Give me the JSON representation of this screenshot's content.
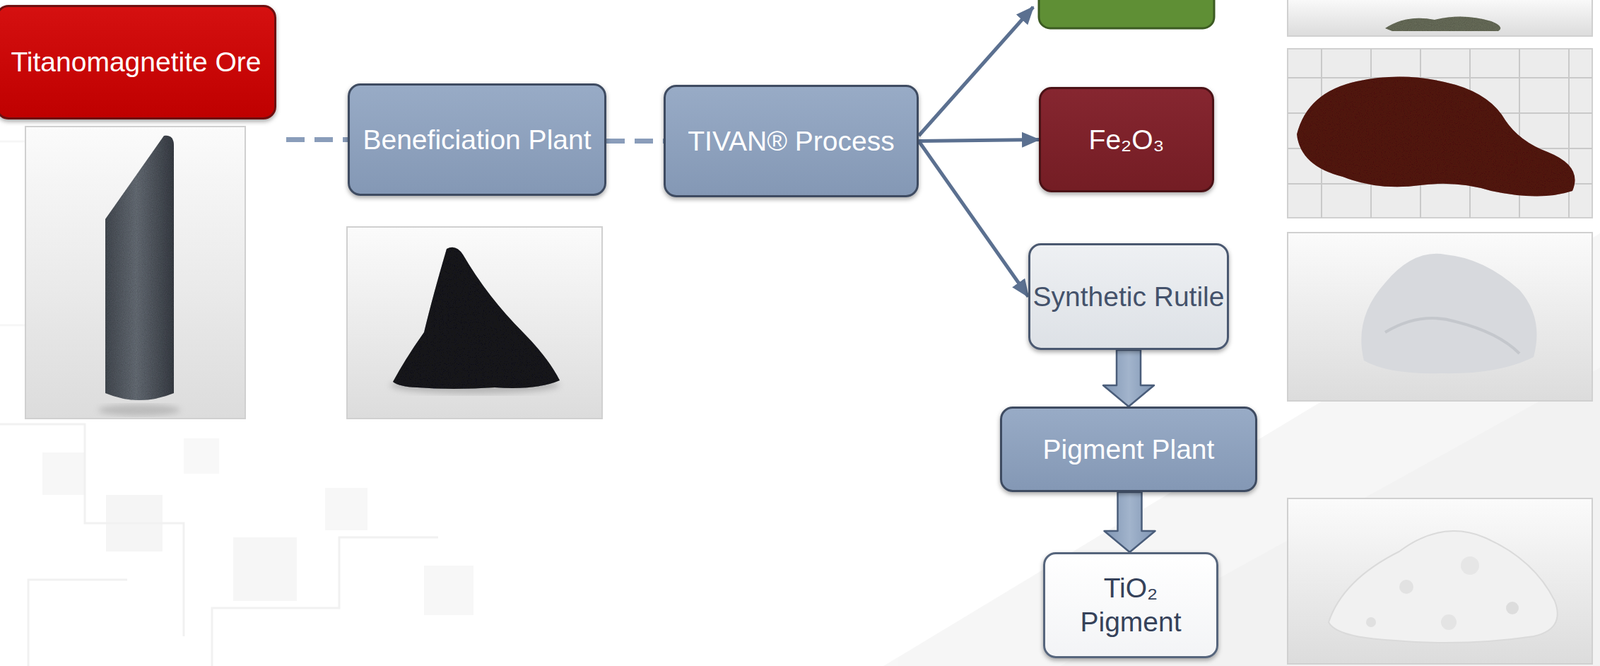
{
  "diagram": {
    "nodes": [
      {
        "text": [
          "Titanomagnetite Ore"
        ]
      },
      {
        "text": [
          "Beneficiation Plant"
        ]
      },
      {
        "text": [
          "TIVAN® Process"
        ]
      },
      {
        "text": [
          "Fe₂O₃"
        ]
      },
      {
        "text": [
          "Synthetic Rutile"
        ]
      },
      {
        "text": [
          "Pigment Plant"
        ]
      },
      {
        "text": [
          "TiO₂ Pigment"
        ]
      }
    ],
    "edges": [
      {
        "from": 0,
        "to": 1,
        "arrow": "none"
      },
      {
        "from": 1,
        "to": 2,
        "arrow": "none"
      },
      {
        "from": 2,
        "to": 3,
        "arrow": "to"
      },
      {
        "from": 2,
        "to": 4,
        "arrow": "to"
      },
      {
        "from": 4,
        "to": 5,
        "arrow": "to"
      },
      {
        "from": 5,
        "to": 6,
        "arrow": "to"
      }
    ]
  }
}
